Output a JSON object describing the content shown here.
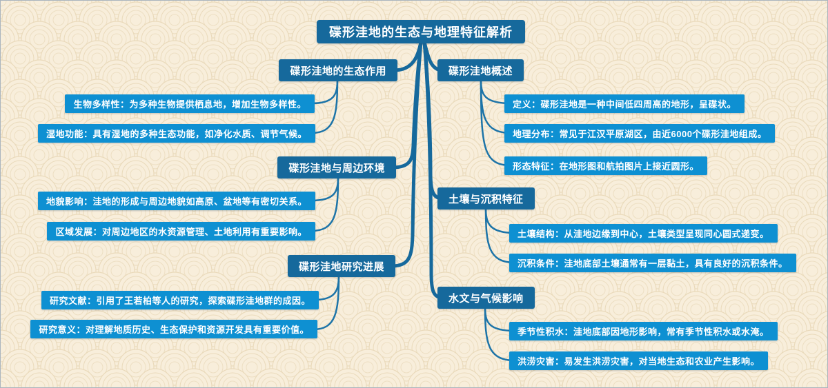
{
  "title": "碟形洼地的生态与地理特征解析",
  "mindmap": {
    "left": [
      {
        "label": "碟形洼地的生态作用",
        "children": [
          "生物多样性：为多种生物提供栖息地，增加生物多样性。",
          "湿地功能：具有湿地的多种生态功能，如净化水质、调节气候。"
        ]
      },
      {
        "label": "碟形洼地与周边环境",
        "children": [
          "地貌影响：洼地的形成与周边地貌如高原、盆地等有密切关系。",
          "区域发展：对周边地区的水资源管理、土地利用有重要影响。"
        ]
      },
      {
        "label": "碟形洼地研究进展",
        "children": [
          "研究文献：引用了王若柏等人的研究，探索碟形洼地群的成因。",
          "研究意义：对理解地质历史、生态保护和资源开发具有重要价值。"
        ]
      }
    ],
    "right": [
      {
        "label": "碟形洼地概述",
        "children": [
          "定义：碟形洼地是一种中间低四周高的地形，呈碟状。",
          "地理分布：常见于江汉平原湖区，由近6000个碟形洼地组成。",
          "形态特征：在地形图和航拍图片上接近圆形。"
        ]
      },
      {
        "label": "土壤与沉积特征",
        "children": [
          "土壤结构：从洼地边缘到中心，土壤类型呈现同心圆式递变。",
          "沉积条件：洼地底部土壤通常有一层黏土，具有良好的沉积条件。"
        ]
      },
      {
        "label": "水文与气候影响",
        "children": [
          "季节性积水：洼地底部因地形影响，常有季节性积水或水淹。",
          "洪涝灾害：易发生洪涝灾害，对当地生态和农业产生影响。"
        ]
      }
    ]
  },
  "colors": {
    "root_bg": "#16699c",
    "branch_bg": "#16699c",
    "leaf_bg": "#0e90d2",
    "connector": "#16699c",
    "canvas_bg": "#f8eedb",
    "pattern_ring": "#eadabb",
    "text": "#ffffff"
  }
}
